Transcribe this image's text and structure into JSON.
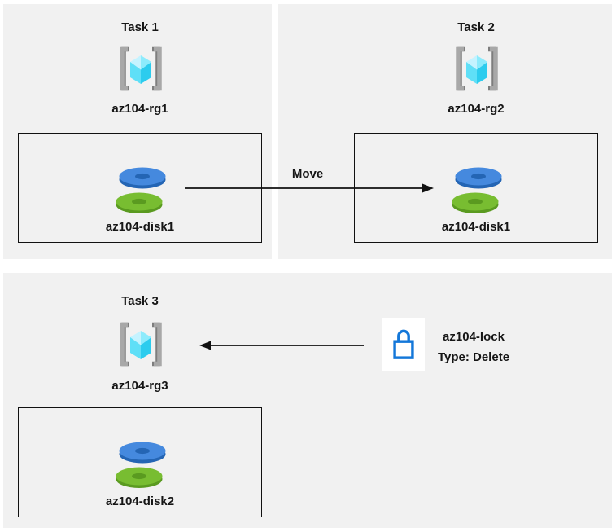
{
  "diagram": {
    "description": "Azure AZ-104 resource group tasks diagram",
    "background_color": "#ffffff",
    "panel_color": "#f1f1f1"
  },
  "tasks": [
    {
      "title": "Task 1",
      "resource_group": "az104-rg1",
      "disk": "az104-disk1"
    },
    {
      "title": "Task 2",
      "resource_group": "az104-rg2",
      "disk": "az104-disk1"
    },
    {
      "title": "Task 3",
      "resource_group": "az104-rg3",
      "disk": "az104-disk2"
    }
  ],
  "move_arrow": {
    "label": "Move",
    "from": "az104-disk1 in az104-rg1",
    "to": "az104-disk1 in az104-rg2"
  },
  "lock": {
    "name": "az104-lock",
    "type_label": "Type: Delete",
    "applies_to": "az104-rg3"
  },
  "icons": {
    "resource_group": "resource-group-icon",
    "disk": "managed-disk-icon",
    "lock": "lock-icon"
  },
  "colors": {
    "panel_bg": "#f1f1f1",
    "box_border": "#111111",
    "arrow": "#111111",
    "disk_blue_top": "#4589de",
    "disk_blue_dark": "#2465b4",
    "disk_green_top": "#78bd31",
    "disk_green_dark": "#5a9a20",
    "cube_light": "#c5f3ff",
    "cube_mid_light": "#8debfc",
    "cube_mid": "#5fdff7",
    "cube_dark": "#2cccee",
    "bracket_gray": "#a8a8a8",
    "bracket_shadow": "#7e7e7e",
    "lock_blue": "#1377d9"
  }
}
